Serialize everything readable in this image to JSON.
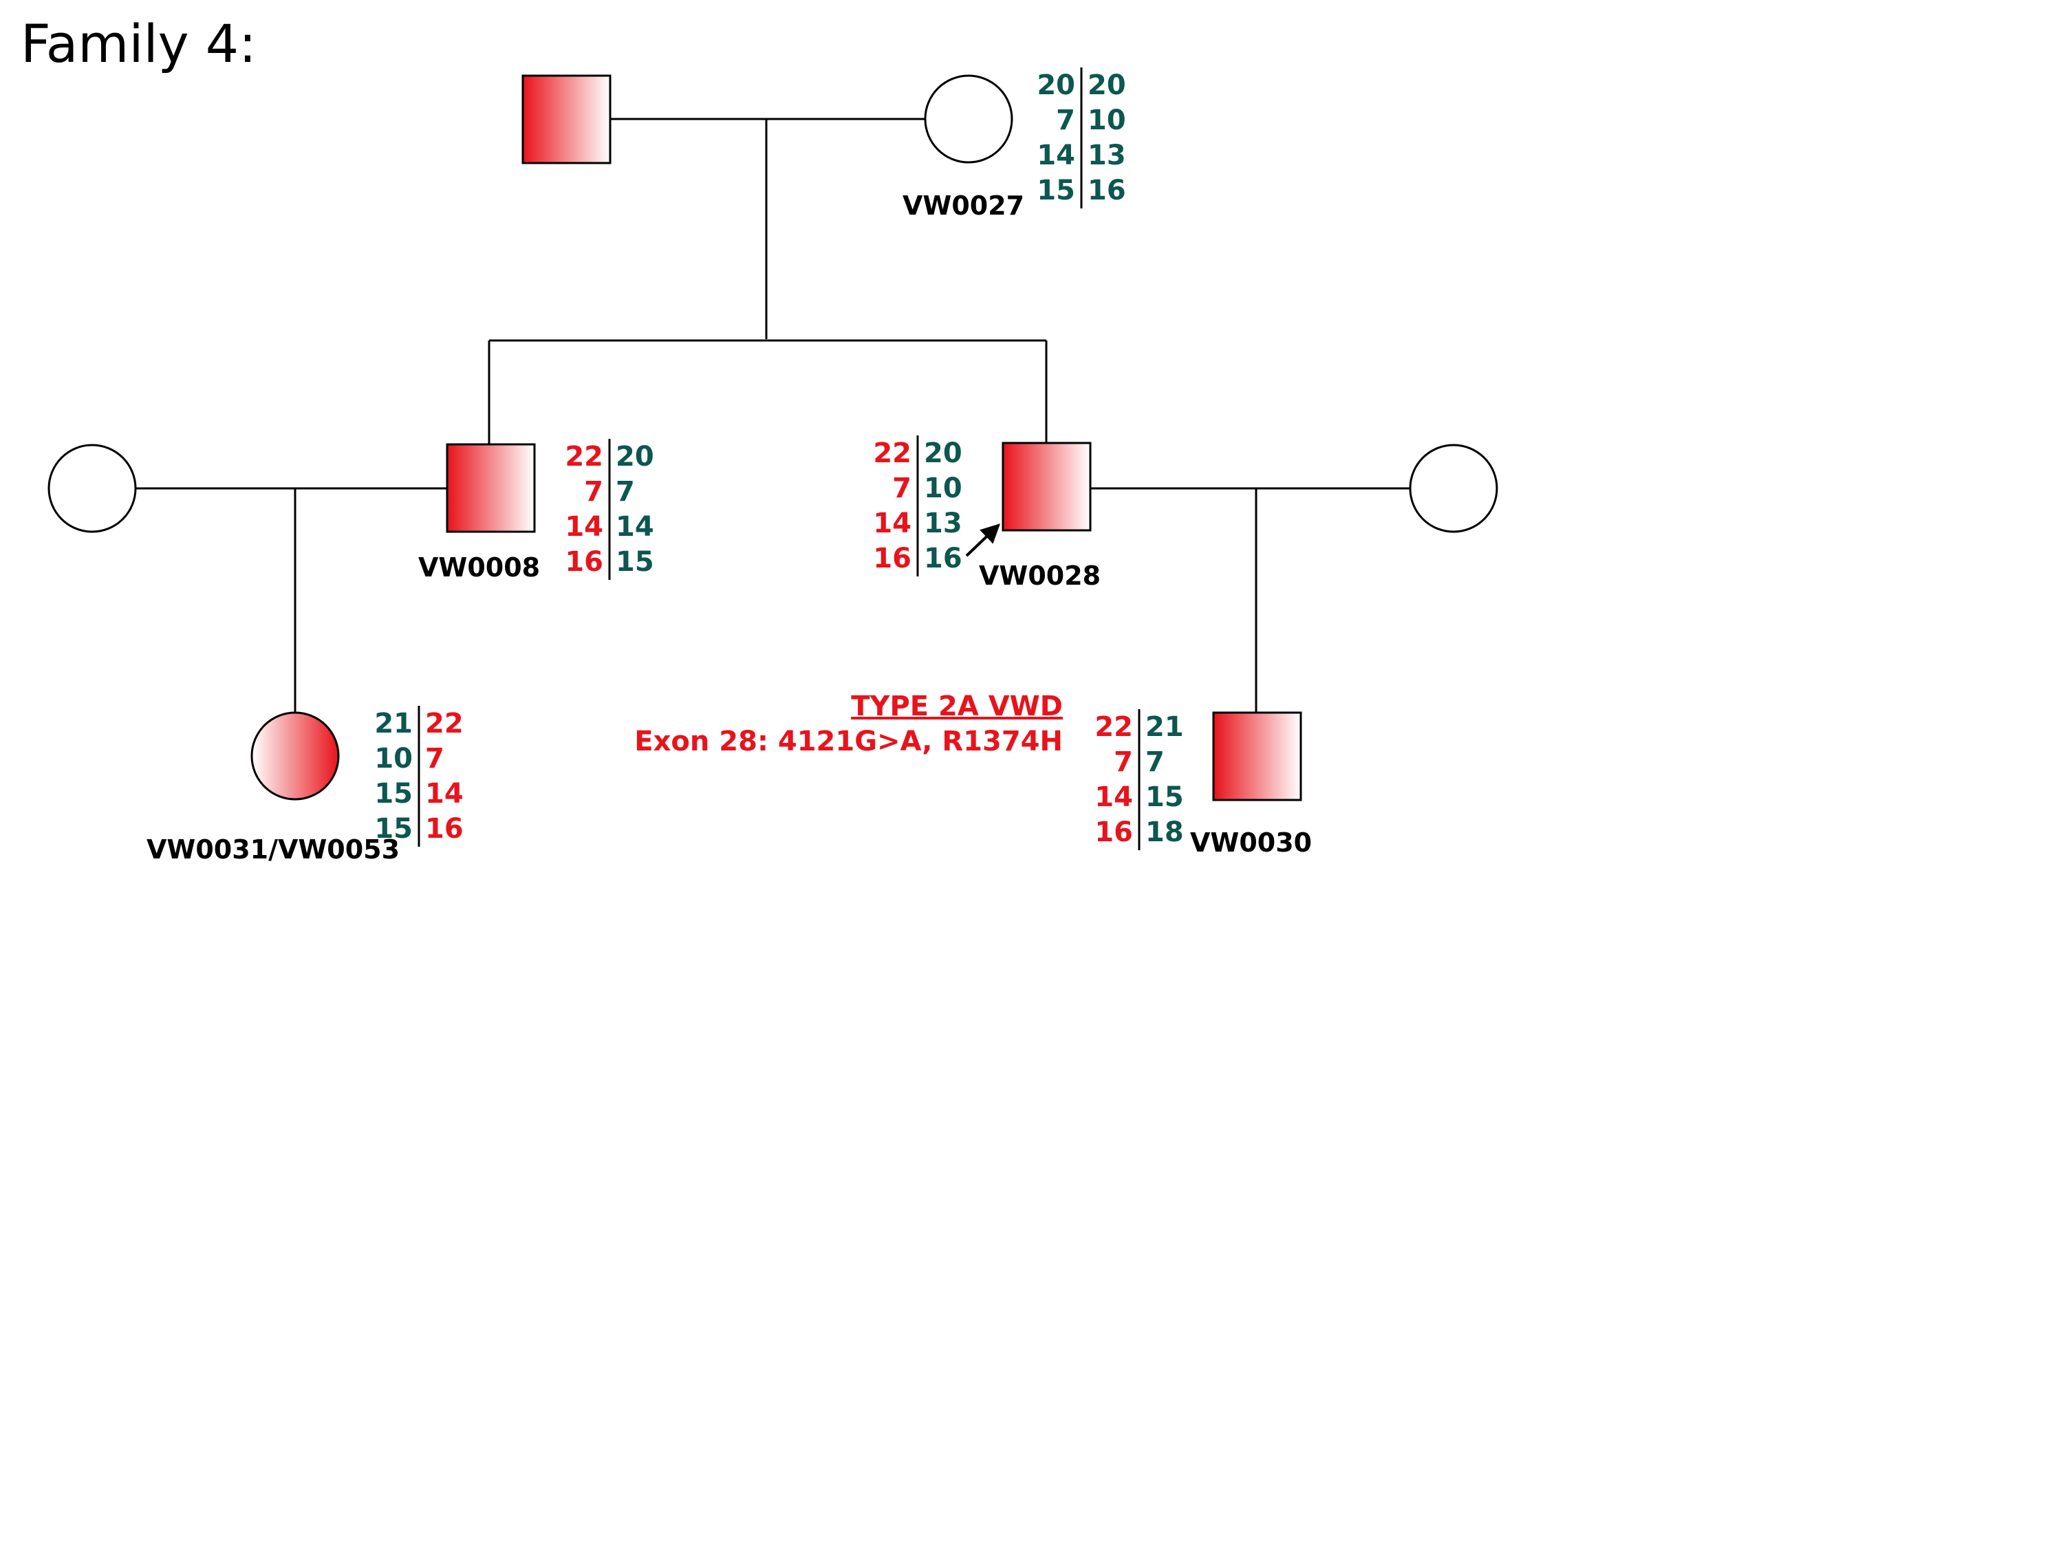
{
  "title": "Family 4:",
  "colors": {
    "affected": "#e8131b",
    "unaffected_allele": "#0c5750",
    "line": "#000000"
  },
  "individuals": {
    "gen1_father": {
      "label": "",
      "sex": "male",
      "affected": true
    },
    "vw0027": {
      "label": "VW0027",
      "sex": "female",
      "affected": false
    },
    "gen2_spouse_left": {
      "label": "",
      "sex": "female",
      "affected": false
    },
    "vw0008": {
      "label": "VW0008",
      "sex": "male",
      "affected": true
    },
    "vw0028": {
      "label": "VW0028",
      "sex": "male",
      "affected": true,
      "proband": true
    },
    "gen2_spouse_right": {
      "label": "",
      "sex": "female",
      "affected": false
    },
    "vw0031": {
      "label": "VW0031/VW0053",
      "sex": "female",
      "affected": true
    },
    "vw0030": {
      "label": "VW0030",
      "sex": "male",
      "affected": true
    }
  },
  "haplotypes": {
    "vw0027": {
      "left": [
        {
          "v": "20",
          "c": "g"
        },
        {
          "v": "7",
          "c": "g"
        },
        {
          "v": "14",
          "c": "g"
        },
        {
          "v": "15",
          "c": "g"
        }
      ],
      "right": [
        {
          "v": "20",
          "c": "g"
        },
        {
          "v": "10",
          "c": "g"
        },
        {
          "v": "13",
          "c": "g"
        },
        {
          "v": "16",
          "c": "g"
        }
      ]
    },
    "vw0008": {
      "left": [
        {
          "v": "22",
          "c": "r"
        },
        {
          "v": "7",
          "c": "r"
        },
        {
          "v": "14",
          "c": "r"
        },
        {
          "v": "16",
          "c": "r"
        }
      ],
      "right": [
        {
          "v": "20",
          "c": "g"
        },
        {
          "v": "7",
          "c": "g"
        },
        {
          "v": "14",
          "c": "g"
        },
        {
          "v": "15",
          "c": "g"
        }
      ]
    },
    "vw0028": {
      "left": [
        {
          "v": "22",
          "c": "r"
        },
        {
          "v": "7",
          "c": "r"
        },
        {
          "v": "14",
          "c": "r"
        },
        {
          "v": "16",
          "c": "r"
        }
      ],
      "right": [
        {
          "v": "20",
          "c": "g"
        },
        {
          "v": "10",
          "c": "g"
        },
        {
          "v": "13",
          "c": "g"
        },
        {
          "v": "16",
          "c": "g"
        }
      ]
    },
    "vw0031": {
      "left": [
        {
          "v": "21",
          "c": "g"
        },
        {
          "v": "10",
          "c": "g"
        },
        {
          "v": "15",
          "c": "g"
        },
        {
          "v": "15",
          "c": "g"
        }
      ],
      "right": [
        {
          "v": "22",
          "c": "r"
        },
        {
          "v": "7",
          "c": "r"
        },
        {
          "v": "14",
          "c": "r"
        },
        {
          "v": "16",
          "c": "r"
        }
      ]
    },
    "vw0030": {
      "left": [
        {
          "v": "22",
          "c": "r"
        },
        {
          "v": "7",
          "c": "r"
        },
        {
          "v": "14",
          "c": "r"
        },
        {
          "v": "16",
          "c": "r"
        }
      ],
      "right": [
        {
          "v": "21",
          "c": "g"
        },
        {
          "v": "7",
          "c": "g"
        },
        {
          "v": "15",
          "c": "g"
        },
        {
          "v": "18",
          "c": "g"
        }
      ]
    }
  },
  "annotation": {
    "diagnosis": "TYPE 2A VWD",
    "mutation": "Exon 28: 4121G>A, R1374H"
  }
}
